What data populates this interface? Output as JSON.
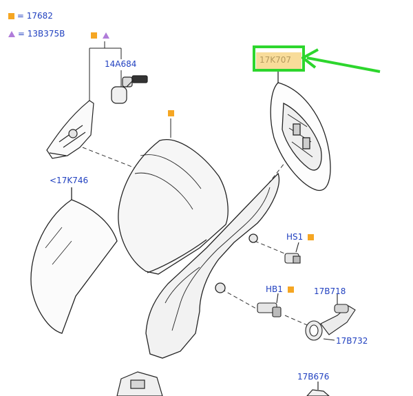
{
  "legend": [
    {
      "icon": "orange-square-icon",
      "text": "= 17682"
    },
    {
      "icon": "purple-triangle-icon",
      "text": "= 13B375B"
    }
  ],
  "labels": {
    "bulb": "14A684",
    "mirror_glass": "17K707",
    "cover": "<17K746",
    "screw": "HS1",
    "bolt": "HB1",
    "clip": "17B718",
    "grommet": "17B732",
    "bottom_part": "17B676"
  },
  "colors": {
    "label_blue": "#1f3fbf",
    "marker_orange": "#f5a623",
    "marker_purple": "#b07cd9",
    "highlight_green": "#2dd62d",
    "highlight_fill": "#f8dc9a"
  }
}
